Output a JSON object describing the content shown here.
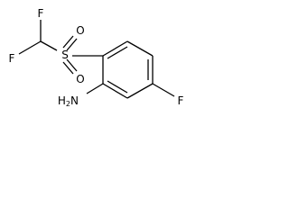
{
  "structure": {
    "atoms": {
      "f_top": "F",
      "f_left": "F",
      "s": "S",
      "o_top": "O",
      "o_bottom": "O",
      "f_ring": "F",
      "n_amine": "N",
      "h_amine": "H",
      "h_amine_count": "2"
    }
  }
}
